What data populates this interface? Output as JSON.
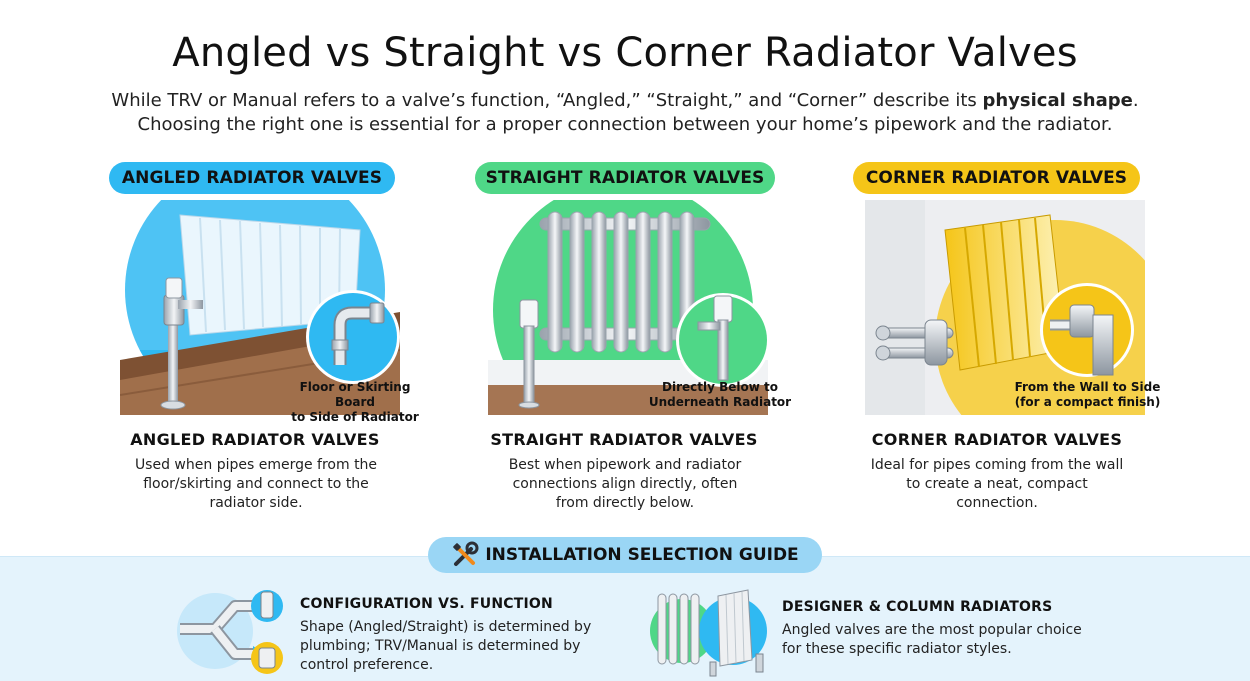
{
  "header": {
    "title": "Angled vs Straight vs Corner Radiator Valves",
    "intro_line1_a": "While TRV or Manual refers to a valve’s function, “Angled,” “Straight,” and “Corner” describe its ",
    "intro_line1_bold": "physical shape",
    "intro_line1_b": ".",
    "intro_line2": "Choosing the right one is essential for a proper connection between your home’s pipework and the radiator."
  },
  "columns": [
    {
      "pill": "ANGLED RADIATOR VALVES",
      "callout_line1": "Floor or Skirting Board",
      "callout_line2": "to Side of Radiator",
      "title": "ANGLED RADIATOR VALVES",
      "desc_line1": "Used when pipes emerge from the",
      "desc_line2": "floor/skirting and connect to the",
      "desc_line3": "radiator side.",
      "accent": "#2fb9f2"
    },
    {
      "pill": "STRAIGHT RADIATOR VALVES",
      "callout_line1": "Directly Below to",
      "callout_line2": "Underneath Radiator",
      "title": "STRAIGHT RADIATOR VALVES",
      "desc_line1": "Best when pipework and radiator",
      "desc_line2": "connections align directly, often",
      "desc_line3": "from directly below.",
      "accent": "#4fd787"
    },
    {
      "pill": "CORNER RADIATOR VALVES",
      "callout_line1": "From the Wall to Side",
      "callout_line2": "(for a compact finish)",
      "title": "CORNER RADIATOR VALVES",
      "desc_line1": "Ideal for pipes coming from the wall",
      "desc_line2": "to create a neat, compact",
      "desc_line3": "connection.",
      "accent": "#f5c518"
    }
  ],
  "guide": {
    "heading": "INSTALLATION SELECTION GUIDE",
    "heading_icon": "wrench-screwdriver-icon",
    "items": [
      {
        "title": "CONFIGURATION VS. FUNCTION",
        "desc_line1": "Shape (Angled/Straight) is determined by",
        "desc_line2": "plumbing; TRV/Manual is determined by",
        "desc_line3": "control preference.",
        "icon": "pipe-split-icon"
      },
      {
        "title": "DESIGNER & COLUMN RADIATORS",
        "desc_line1": "Angled valves are the most popular choice",
        "desc_line2": "for these specific radiator styles.",
        "icon": "column-radiators-icon"
      }
    ]
  }
}
